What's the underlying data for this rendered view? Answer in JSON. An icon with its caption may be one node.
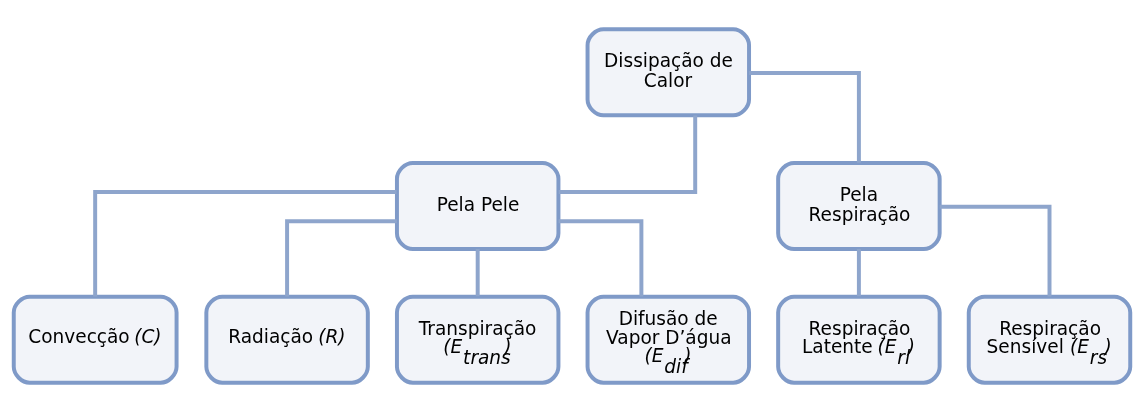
{
  "diagram": {
    "nodes": [
      {
        "text": [
          "Dissipação de Calor"
        ]
      },
      {
        "text": [
          "Pela Pele"
        ]
      },
      {
        "text": [
          "Pela Respiração"
        ]
      },
      {
        "text": [
          "Convecção *(C)*"
        ]
      },
      {
        "text": [
          "Radiação *(R)*"
        ]
      },
      {
        "text": [
          "Transpiração *(E$_{trans}$)*"
        ]
      },
      {
        "text": [
          "Difusão de Vapor D’água *(E$_{dif}$)*"
        ]
      },
      {
        "text": [
          "Respiração Latente *(E$_{rl}$)*"
        ]
      },
      {
        "text": [
          "Respiração Sensível *(E$_{rs}$)*"
        ]
      }
    ],
    "edges": [
      {
        "from": 0,
        "to": 1,
        "arrow": "none"
      },
      {
        "from": 0,
        "to": 2,
        "arrow": "none"
      },
      {
        "from": 1,
        "to": 3,
        "arrow": "none"
      },
      {
        "from": 1,
        "to": 4,
        "arrow": "none"
      },
      {
        "from": 1,
        "to": 5,
        "arrow": "none"
      },
      {
        "from": 1,
        "to": 6,
        "arrow": "none"
      },
      {
        "from": 2,
        "to": 7,
        "arrow": "none"
      },
      {
        "from": 2,
        "to": 8,
        "arrow": "none"
      }
    ]
  }
}
